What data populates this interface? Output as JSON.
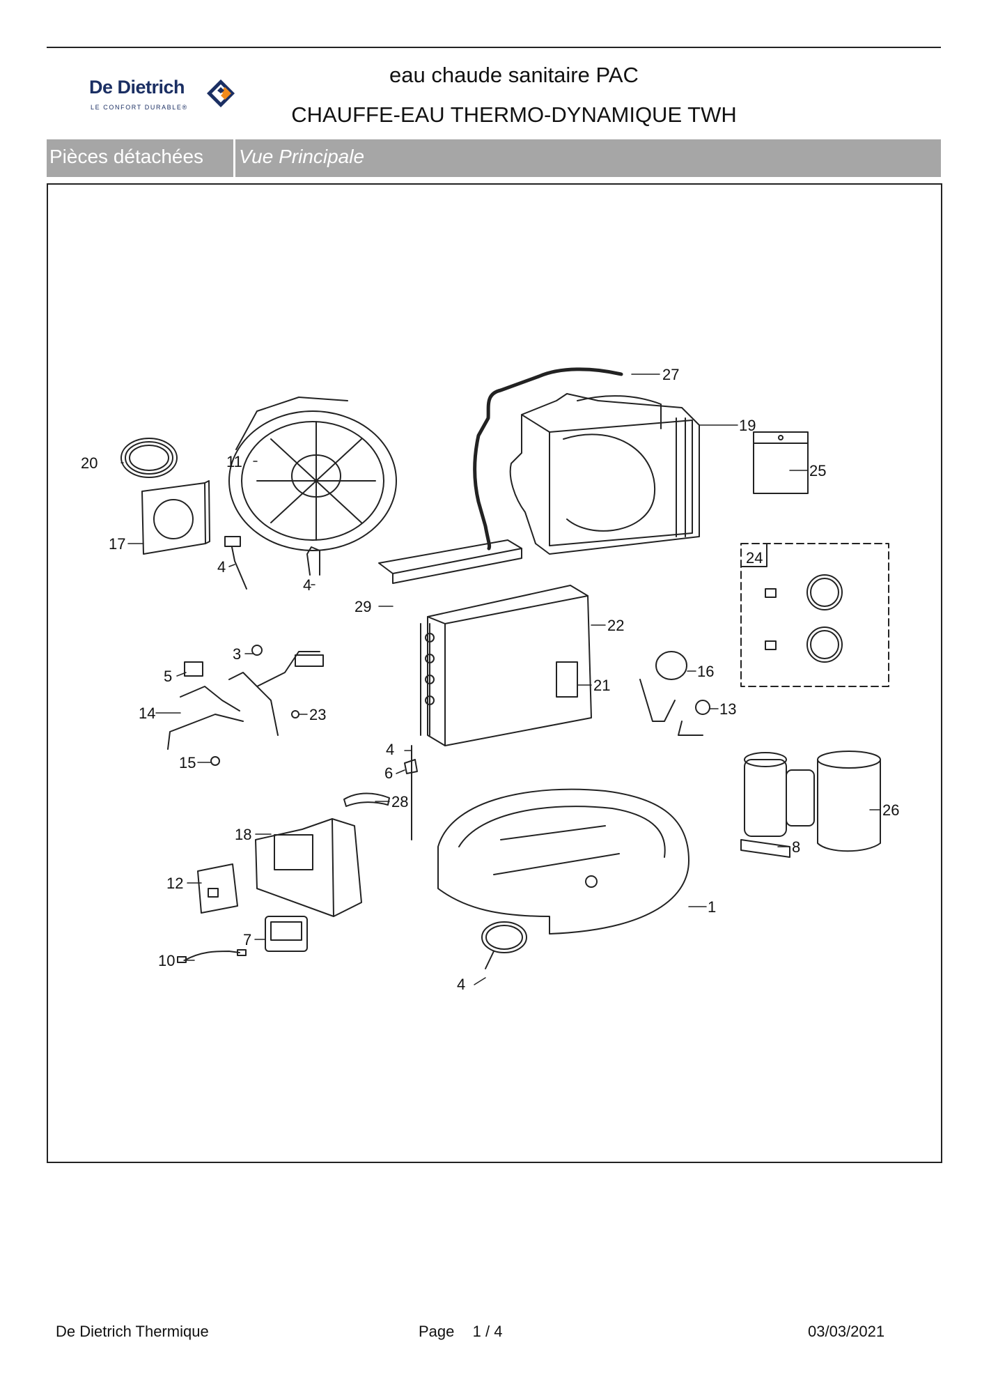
{
  "header": {
    "brand": {
      "name": "De Dietrich",
      "tagline": "LE CONFORT DURABLE®"
    },
    "title_line1": "eau chaude sanitaire PAC",
    "title_line2": "CHAUFFE-EAU THERMO-DYNAMIQUE TWH"
  },
  "section": {
    "label": "Pièces détachées",
    "view": "Vue Principale"
  },
  "diagram": {
    "callouts": [
      "27",
      "19",
      "20",
      "11",
      "25",
      "17",
      "4",
      "4",
      "24",
      "29",
      "22",
      "3",
      "5",
      "16",
      "21",
      "14",
      "23",
      "13",
      "15",
      "4",
      "6",
      "28",
      "26",
      "18",
      "8",
      "12",
      "1",
      "7",
      "10",
      "4"
    ]
  },
  "footer": {
    "company": "De Dietrich Thermique",
    "page_label": "Page",
    "page_current": "1",
    "page_separator": "/",
    "page_total": "4",
    "date": "03/03/2021"
  }
}
